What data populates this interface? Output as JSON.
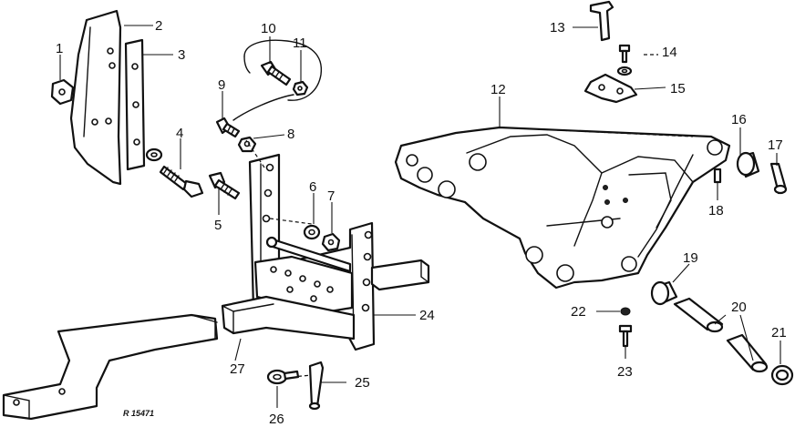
{
  "callouts": [
    "1",
    "2",
    "3",
    "4",
    "5",
    "6",
    "7",
    "8",
    "9",
    "10",
    "11",
    "12",
    "13",
    "14",
    "15",
    "16",
    "17",
    "18",
    "19",
    "20",
    "21",
    "22",
    "23",
    "24",
    "25",
    "26",
    "27"
  ],
  "reference_code": "R 15471"
}
